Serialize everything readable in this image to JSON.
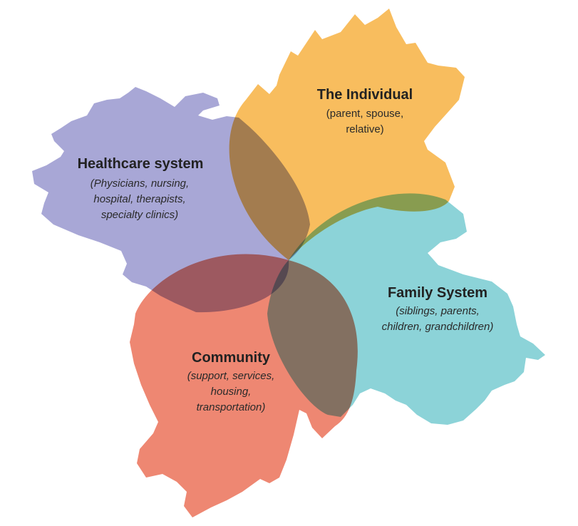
{
  "petals": [
    {
      "id": "individual",
      "title": "The Individual",
      "lines": [
        "(parent, spouse,",
        "relative)"
      ],
      "italic": false,
      "color": "#F8BD5E"
    },
    {
      "id": "healthcare",
      "title": "Healthcare system",
      "lines": [
        "(Physicians, nursing,",
        "hospital, therapists,",
        "specialty clinics)"
      ],
      "italic": true,
      "color": "#A8A7D6"
    },
    {
      "id": "family",
      "title": "Family System",
      "lines": [
        "(siblings, parents,",
        "children, grandchildren)"
      ],
      "italic": true,
      "color": "#8CD3D8"
    },
    {
      "id": "community",
      "title": "Community",
      "lines": [
        "(support, services,",
        "housing,",
        "transportation)"
      ],
      "italic": true,
      "color": "#EE8772"
    }
  ]
}
